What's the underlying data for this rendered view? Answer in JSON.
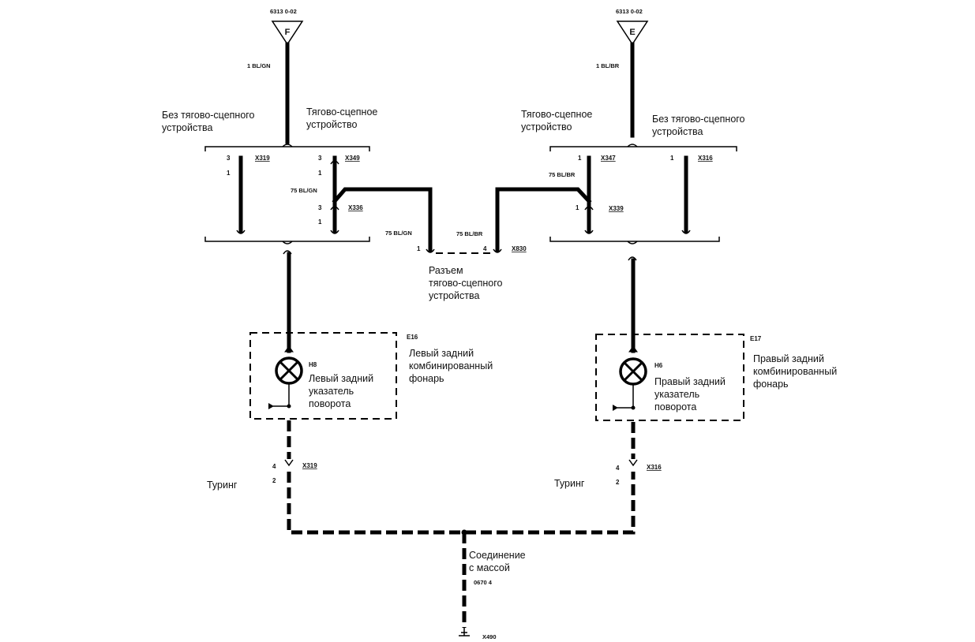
{
  "fuse_left": {
    "ref": "6313 0-02",
    "letter": "F",
    "wire": "1 BL/GN"
  },
  "fuse_right": {
    "ref": "6313 0-02",
    "letter": "E",
    "wire": "1 BL/BR"
  },
  "left_top": {
    "without_hitch": [
      "Без тягово-сцепного",
      "устройства"
    ],
    "with_hitch": [
      "Тягово-сцепное",
      "устройство"
    ]
  },
  "right_top": {
    "with_hitch": [
      "Тягово-сцепное",
      "устройство"
    ],
    "without_hitch": [
      "Без тягово-сцепного",
      "устройства"
    ]
  },
  "connectors": {
    "x319_top": {
      "ref": "X319",
      "pin_a": "3",
      "pin_b": "1"
    },
    "x349": {
      "ref": "X349",
      "pin_a": "3",
      "pin_b": "1"
    },
    "x336": {
      "ref": "X336",
      "pin_a": "3",
      "pin_b": "1",
      "wire": "75 BL/GN"
    },
    "x347": {
      "ref": "X347",
      "pin_a": "1"
    },
    "x316_top": {
      "ref": "X316",
      "pin_a": "1"
    },
    "x339": {
      "ref": "X339",
      "pin_a": "1",
      "wire": "75 BL/BR"
    },
    "x830": {
      "ref": "X830",
      "pin_l": "1",
      "pin_r": "4",
      "wire_l": "75 BL/GN",
      "wire_r": "75 BL/BR"
    },
    "x319_bottom": {
      "ref": "X319",
      "pin_a": "4",
      "pin_b": "2"
    },
    "x316_bottom": {
      "ref": "X316",
      "pin_a": "4",
      "pin_b": "2"
    }
  },
  "hitch_socket": [
    "Разъем",
    "тягово-сцепного",
    "устройства"
  ],
  "left_lamp": {
    "unit": "E16",
    "unit_label": [
      "Левый задний",
      "комбинированный",
      "фонарь"
    ],
    "bulb": "H8",
    "bulb_label": [
      "Левый задний",
      "указатель",
      "поворота"
    ]
  },
  "right_lamp": {
    "unit": "E17",
    "unit_label": [
      "Правый задний",
      "комбинированный",
      "фонарь"
    ],
    "bulb": "H6",
    "bulb_label": [
      "Правый задний",
      "указатель",
      "поворота"
    ]
  },
  "touring_left": "Туринг",
  "touring_right": "Туринг",
  "ground": {
    "label": [
      "Соединение",
      "с массой"
    ],
    "ref": "0670 4",
    "connector": "X490"
  }
}
